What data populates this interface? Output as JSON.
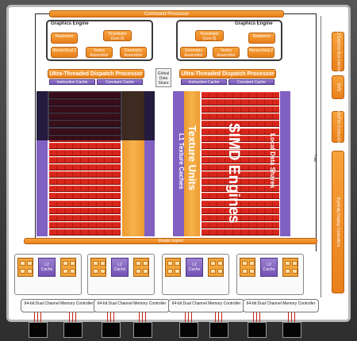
{
  "diagram": {
    "command_processor": "Command Processor",
    "graphics_engines": [
      {
        "title": "Graphics Engine",
        "units": [
          "Rasterizer",
          "Tessellator (Gen 8)",
          "Hierarchical Z",
          "Vertex Assembler",
          "Geometry Assembler"
        ]
      },
      {
        "title": "Graphics Engine",
        "units": [
          "Tessellator (Gen 8)",
          "Rasterizer",
          "Geometry Assembler",
          "Vertex Assembler",
          "Hierarchical Z"
        ]
      }
    ],
    "global_data_share": "Global Data Share",
    "dispatch_processors": [
      {
        "title": "Ultra-Threaded Dispatch Processor",
        "instruction_cache": "Instruction Cache",
        "constant_cache": "Constant Cache"
      },
      {
        "title": "Ultra-Threaded Dispatch Processor",
        "instruction_cache": "Instruction Cache",
        "constant_cache": "Constant Cache"
      }
    ],
    "labels": {
      "simd_engines": "SIMD Engines",
      "texture_units": "Texture Units",
      "l1_texture_caches": "L1 Texture Caches",
      "local_data_shares": "Local Data Shares",
      "shader_export": "Shader Export",
      "hub": "Hub"
    },
    "right_column": [
      "PCI Express Bus Interface",
      "DVD",
      "CrossFire Compositing",
      "Eyefinity Display Controllers"
    ],
    "l2_cache": "L2 Cache",
    "memory_controllers": [
      "64-bit Dual Channel Memory Controller",
      "64-bit Dual Channel Memory Controller",
      "64-bit Dual Channel Memory Controller",
      "64-bit Dual Channel Memory Controller"
    ],
    "colors": {
      "orange": "#f09530",
      "purple": "#7b5cbd",
      "red": "#d7261c",
      "dark_overlay": "#0a0819"
    }
  }
}
